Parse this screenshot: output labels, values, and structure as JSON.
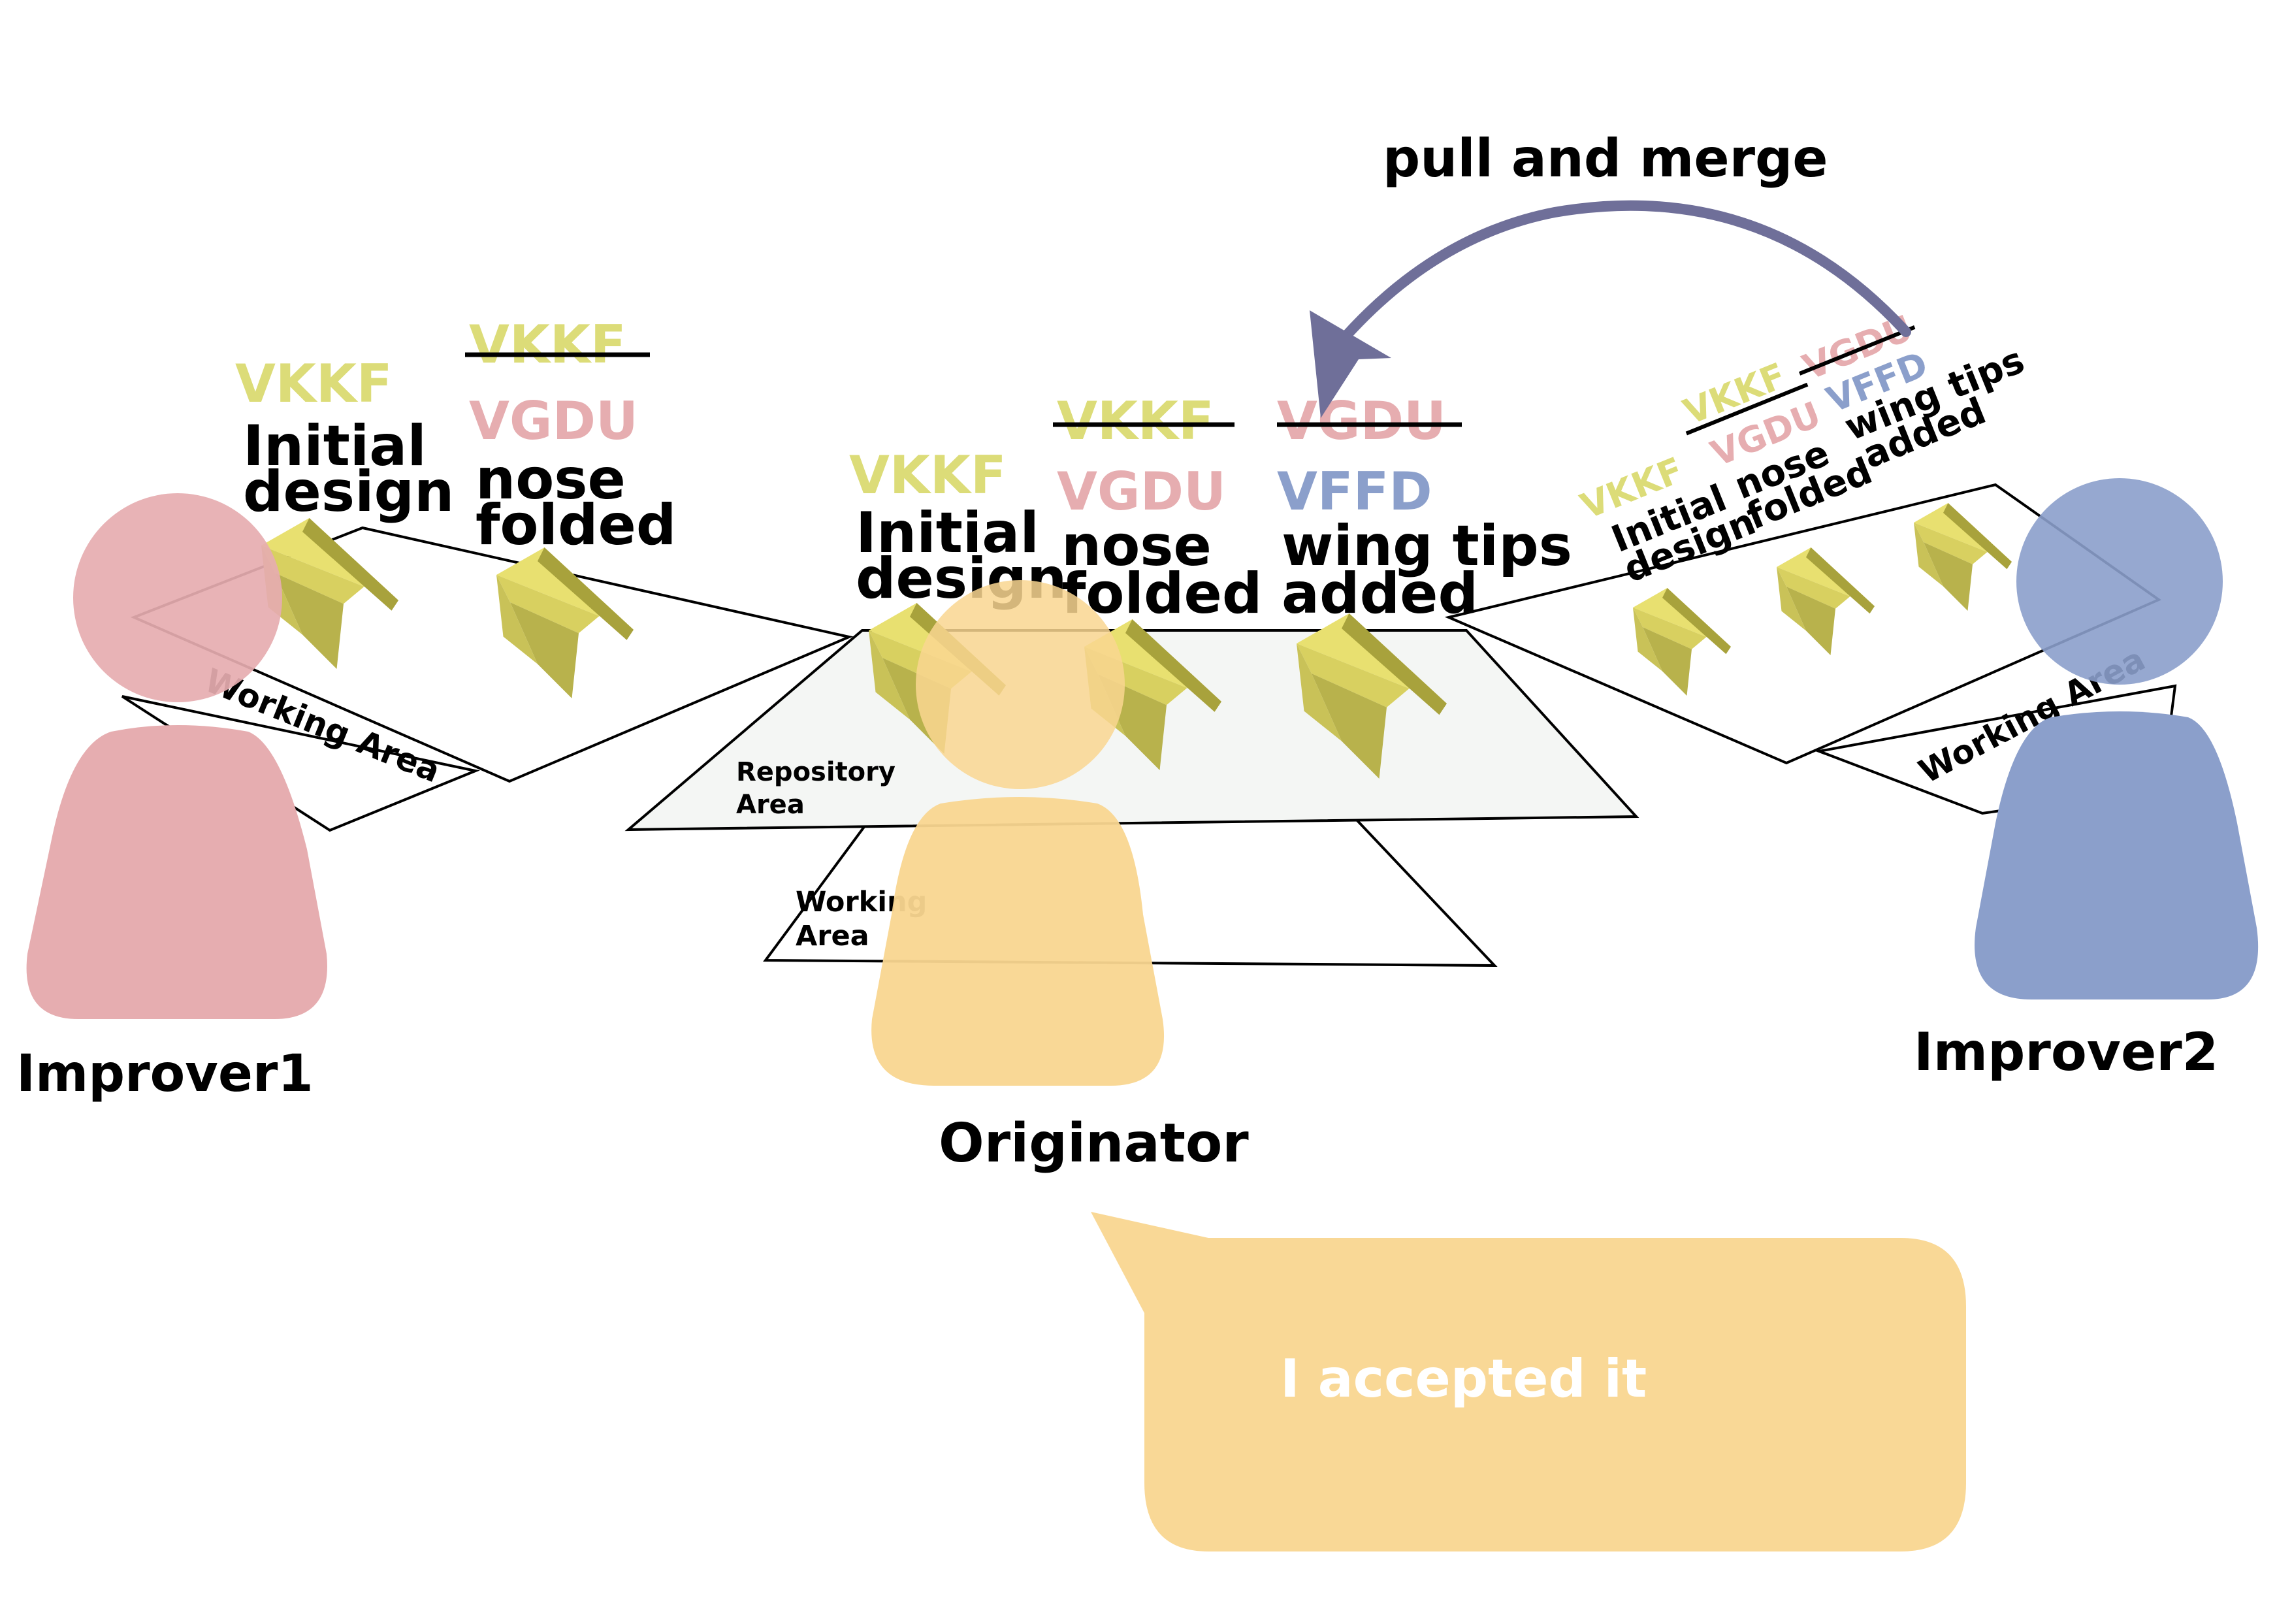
{
  "diagram": {
    "arrow_label": "pull and merge",
    "colors": {
      "improver1": "#e6adb0",
      "originator": "#f9d690",
      "improver2": "#8b9fcb",
      "vkkf": "#dcdc78",
      "vgdu": "#e6adb0",
      "vffd": "#8b9fcb",
      "arrow": "#6f6f99",
      "plane_light": "#e8e070",
      "plane_dark": "#b8b24c"
    },
    "improver1": {
      "name": "Improver1",
      "area": "Working Area",
      "versions": [
        {
          "tags": [
            {
              "id": "VKKF",
              "struck": false
            }
          ],
          "desc": [
            "Initial",
            "design"
          ]
        },
        {
          "tags": [
            {
              "id": "VKKF",
              "struck": true
            },
            {
              "id": "VGDU",
              "struck": false
            }
          ],
          "desc": [
            "nose",
            "folded"
          ]
        }
      ]
    },
    "originator": {
      "name": "Originator",
      "repository_area": [
        "Repository",
        "Area"
      ],
      "working_area": [
        "Working",
        "Area"
      ],
      "versions": [
        {
          "tags": [
            {
              "id": "VKKF",
              "struck": false
            }
          ],
          "desc": [
            "Initial",
            "design"
          ]
        },
        {
          "tags": [
            {
              "id": "VKKF",
              "struck": true
            },
            {
              "id": "VGDU",
              "struck": false
            }
          ],
          "desc": [
            "nose",
            "folded"
          ]
        },
        {
          "tags": [
            {
              "id": "VGDU",
              "struck": true
            },
            {
              "id": "VFFD",
              "struck": false
            }
          ],
          "desc": [
            "wing tips",
            "added"
          ]
        }
      ],
      "speech": "I accepted it"
    },
    "improver2": {
      "name": "Improver2",
      "area": "Working Area",
      "versions": [
        {
          "tags": [
            {
              "id": "VKKF",
              "struck": false
            }
          ],
          "desc": [
            "Initial",
            "design"
          ]
        },
        {
          "tags": [
            {
              "id": "VKKF",
              "struck": true
            },
            {
              "id": "VGDU",
              "struck": false
            }
          ],
          "desc": [
            "nose",
            "folded"
          ]
        },
        {
          "tags": [
            {
              "id": "VGDU",
              "struck": true
            },
            {
              "id": "VFFD",
              "struck": false
            }
          ],
          "desc": [
            "wing tips",
            "added"
          ]
        }
      ]
    }
  }
}
